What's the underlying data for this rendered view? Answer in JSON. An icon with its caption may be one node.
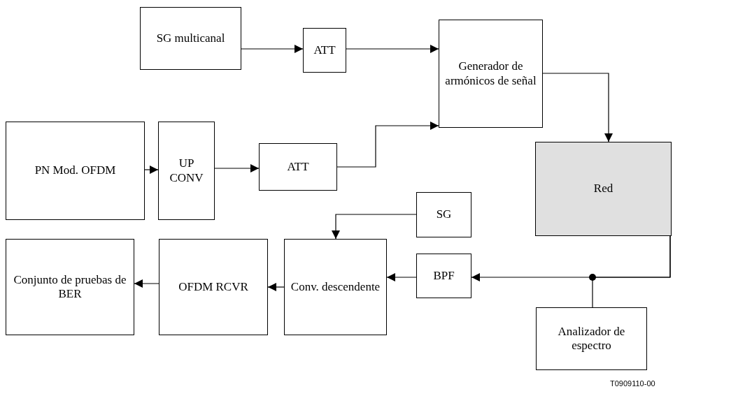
{
  "diagram": {
    "nodes": [
      {
        "text": [
          "SG multicanal"
        ]
      },
      {
        "text": [
          "ATT"
        ]
      },
      {
        "text": [
          "Generador de armónicos de señal"
        ]
      },
      {
        "text": [
          "PN Mod. OFDM"
        ]
      },
      {
        "text": [
          "UP CONV"
        ]
      },
      {
        "text": [
          "ATT"
        ]
      },
      {
        "text": [
          "Red"
        ]
      },
      {
        "text": [
          "SG"
        ]
      },
      {
        "text": [
          "Conv. descendente"
        ]
      },
      {
        "text": [
          "BPF"
        ]
      },
      {
        "text": [
          "OFDM RCVR"
        ]
      },
      {
        "text": [
          "Conjunto de pruebas de BER"
        ]
      },
      {
        "text": [
          "Analizador de espectro"
        ]
      }
    ],
    "edges": [
      {
        "from": 0,
        "to": 1,
        "arrow": "to"
      },
      {
        "from": 1,
        "to": 2,
        "arrow": "to"
      },
      {
        "from": 3,
        "to": 4,
        "arrow": "to"
      },
      {
        "from": 4,
        "to": 5,
        "arrow": "to"
      },
      {
        "from": 5,
        "to": 2,
        "arrow": "to"
      },
      {
        "from": 2,
        "to": 6,
        "arrow": "to"
      },
      {
        "from": 6,
        "to": 9,
        "arrow": "to"
      },
      {
        "from": 6,
        "to": 12,
        "arrow": "none"
      },
      {
        "from": 7,
        "to": 8,
        "arrow": "to"
      },
      {
        "from": 9,
        "to": 8,
        "arrow": "to"
      },
      {
        "from": 8,
        "to": 10,
        "arrow": "to"
      },
      {
        "from": 10,
        "to": 11,
        "arrow": "to"
      }
    ],
    "labels": [
      "T0909110-00"
    ]
  }
}
